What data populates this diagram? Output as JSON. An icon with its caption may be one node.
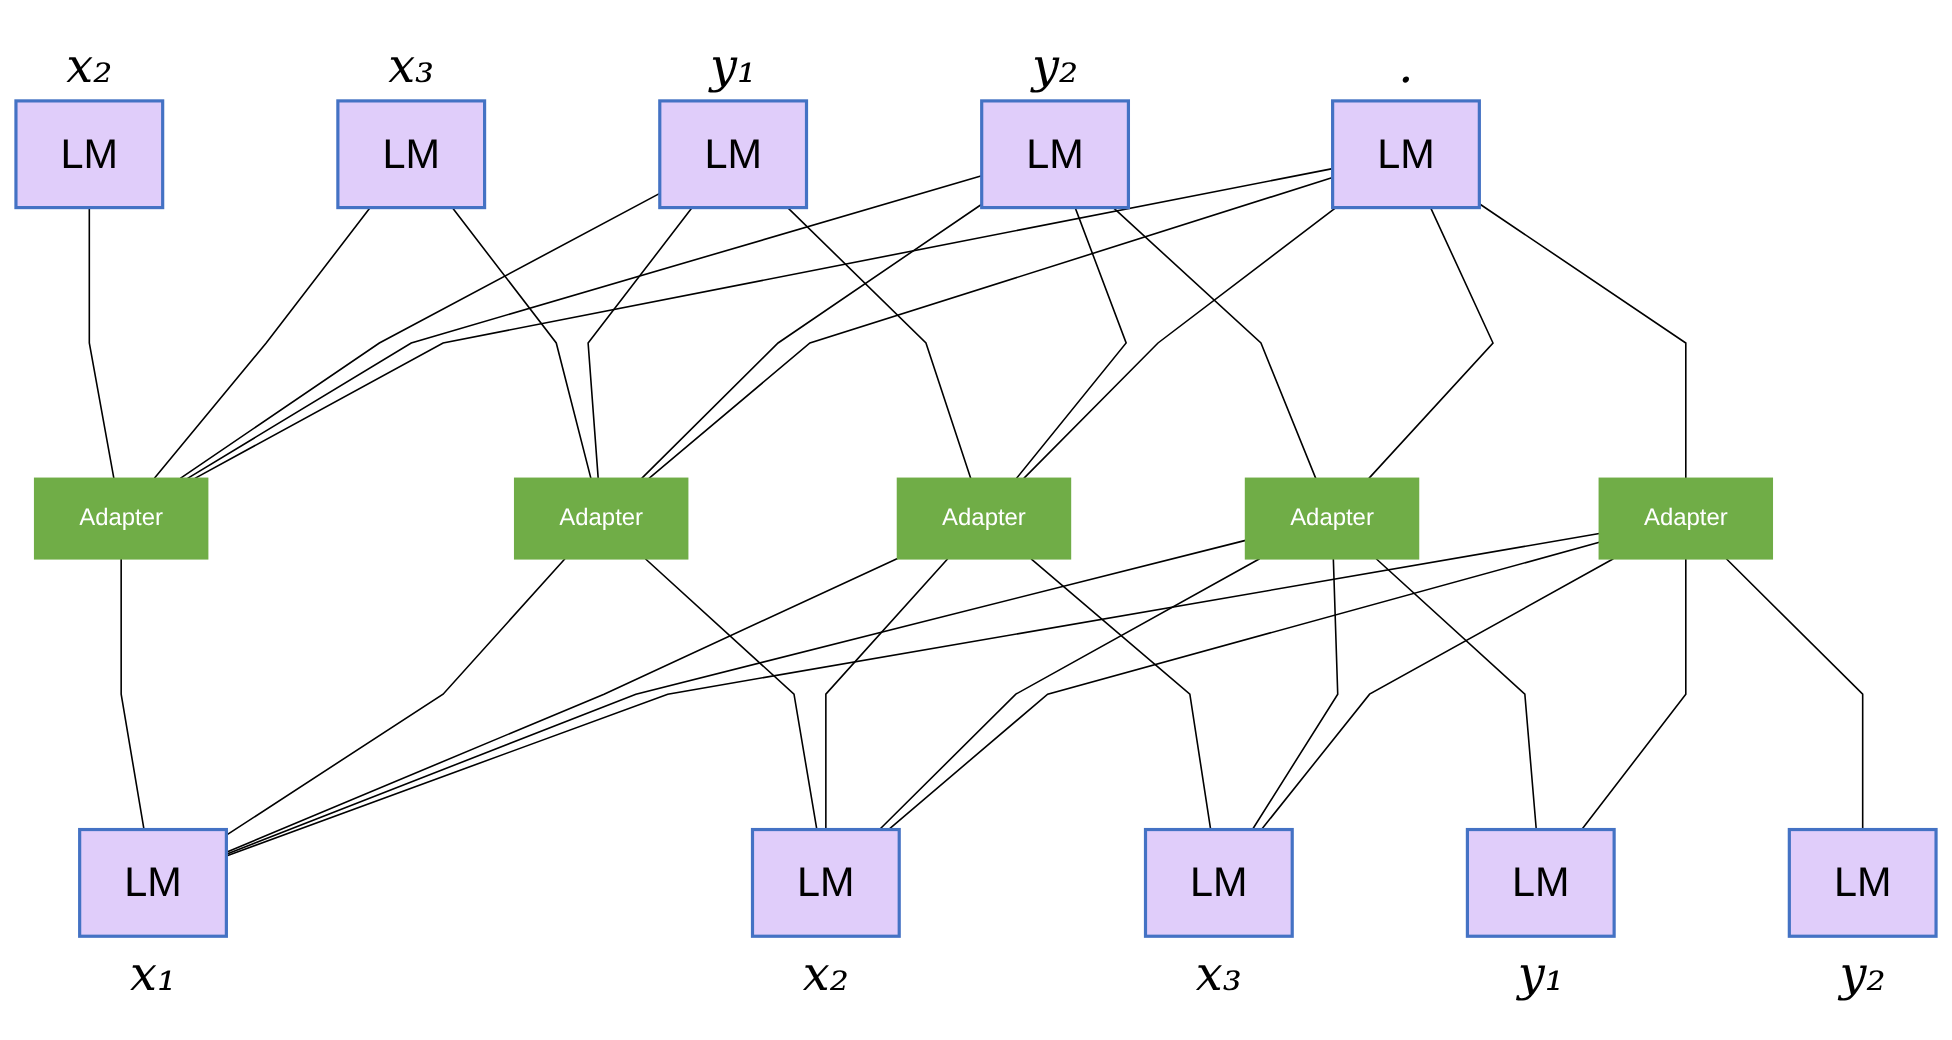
{
  "diagram": {
    "nodes": [
      {
        "text": [
          "LM"
        ],
        "beside": [
          "x₂"
        ]
      },
      {
        "text": [
          "LM"
        ],
        "beside": [
          "x₃"
        ]
      },
      {
        "text": [
          "LM"
        ],
        "beside": [
          "y₁"
        ]
      },
      {
        "text": [
          "LM"
        ],
        "beside": [
          "y₂"
        ]
      },
      {
        "text": [
          "LM"
        ],
        "beside": [
          "."
        ]
      },
      {
        "text": [
          "Adapter"
        ]
      },
      {
        "text": [
          "Adapter"
        ]
      },
      {
        "text": [
          "Adapter"
        ]
      },
      {
        "text": [
          "Adapter"
        ]
      },
      {
        "text": [
          "Adapter"
        ]
      },
      {
        "text": [
          "LM"
        ],
        "beside": [
          "x₁"
        ]
      },
      {
        "text": [
          "LM"
        ],
        "beside": [
          "x₂"
        ]
      },
      {
        "text": [
          "LM"
        ],
        "beside": [
          "x₃"
        ]
      },
      {
        "text": [
          "LM"
        ],
        "beside": [
          "y₁"
        ]
      },
      {
        "text": [
          "LM"
        ],
        "beside": [
          "y₂"
        ]
      }
    ],
    "edges": [
      {
        "from": 0,
        "to": 5,
        "arrow": "none"
      },
      {
        "from": 1,
        "to": 5,
        "arrow": "none"
      },
      {
        "from": 1,
        "to": 6,
        "arrow": "none"
      },
      {
        "from": 2,
        "to": 5,
        "arrow": "none"
      },
      {
        "from": 2,
        "to": 6,
        "arrow": "none"
      },
      {
        "from": 2,
        "to": 7,
        "arrow": "none"
      },
      {
        "from": 3,
        "to": 5,
        "arrow": "none"
      },
      {
        "from": 3,
        "to": 6,
        "arrow": "none"
      },
      {
        "from": 3,
        "to": 7,
        "arrow": "none"
      },
      {
        "from": 3,
        "to": 8,
        "arrow": "none"
      },
      {
        "from": 4,
        "to": 5,
        "arrow": "none"
      },
      {
        "from": 4,
        "to": 6,
        "arrow": "none"
      },
      {
        "from": 4,
        "to": 7,
        "arrow": "none"
      },
      {
        "from": 4,
        "to": 8,
        "arrow": "none"
      },
      {
        "from": 4,
        "to": 9,
        "arrow": "none"
      },
      {
        "from": 5,
        "to": 10,
        "arrow": "none"
      },
      {
        "from": 6,
        "to": 10,
        "arrow": "none"
      },
      {
        "from": 6,
        "to": 11,
        "arrow": "none"
      },
      {
        "from": 7,
        "to": 10,
        "arrow": "none"
      },
      {
        "from": 7,
        "to": 11,
        "arrow": "none"
      },
      {
        "from": 7,
        "to": 12,
        "arrow": "none"
      },
      {
        "from": 8,
        "to": 10,
        "arrow": "none"
      },
      {
        "from": 8,
        "to": 11,
        "arrow": "none"
      },
      {
        "from": 8,
        "to": 12,
        "arrow": "none"
      },
      {
        "from": 8,
        "to": 13,
        "arrow": "none"
      },
      {
        "from": 9,
        "to": 10,
        "arrow": "none"
      },
      {
        "from": 9,
        "to": 11,
        "arrow": "none"
      },
      {
        "from": 9,
        "to": 12,
        "arrow": "none"
      },
      {
        "from": 9,
        "to": 13,
        "arrow": "none"
      },
      {
        "from": 9,
        "to": 14,
        "arrow": "none"
      }
    ]
  }
}
